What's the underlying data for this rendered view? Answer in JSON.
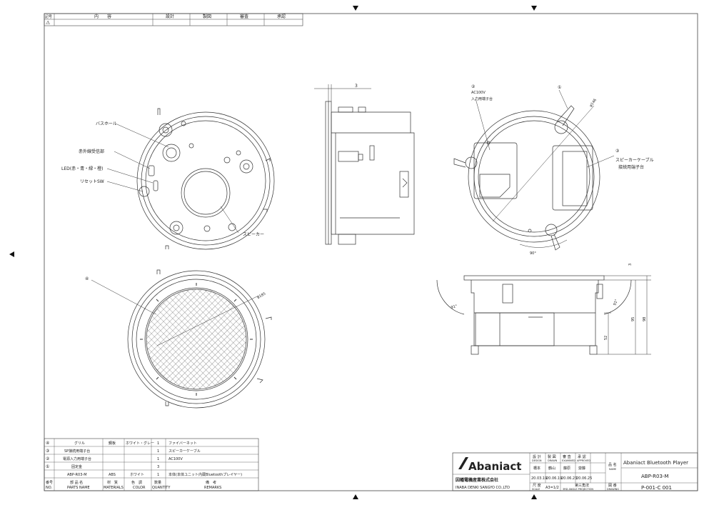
{
  "revision_table": {
    "headers": [
      "記号",
      "内　　容",
      "設計",
      "製図",
      "審査",
      "承認"
    ],
    "row_symbol": "⚠"
  },
  "callouts": {
    "bass_hole": "バスホール",
    "ir_receiver": "赤外線受信部",
    "led": "LED(赤・青・緑・橙)",
    "reset_sw": "リセットSW",
    "speaker": "スピーカー",
    "ac_input_num": "②",
    "ac_input_line1": "AC100V",
    "ac_input_line2": "入力用端子台",
    "spk_terminal_num": "③",
    "spk_terminal_line1": "スピーカーケーブル",
    "spk_terminal_line2": "接続用端子台",
    "tab_num": "①",
    "grille_num": "④"
  },
  "dimensions": {
    "side_top": "3",
    "dia_146": "φ146",
    "angle_90": "90°",
    "dia_185": "φ185",
    "side_3": "3",
    "angle_91_left": "91°",
    "angle_91_right": "91°",
    "h_52": "52",
    "h_95": "95",
    "h_98": "98"
  },
  "parts_list": {
    "rows": [
      {
        "no": "④",
        "name": "グリル",
        "material": "鋼板",
        "color": "ホワイト・グレー",
        "qty": "1",
        "note": "ファイバーネット"
      },
      {
        "no": "③",
        "name": "SP接続用端子台",
        "material": "",
        "color": "",
        "qty": "1",
        "note": "スピーカーケーブル"
      },
      {
        "no": "②",
        "name": "電源入力用端子台",
        "material": "",
        "color": "",
        "qty": "1",
        "note": "AC100V"
      },
      {
        "no": "①",
        "name": "固定金",
        "material": "",
        "color": "",
        "qty": "3",
        "note": ""
      },
      {
        "no": "",
        "name": "ABP-R03-M",
        "material": "ABS",
        "color": "ホワイト",
        "qty": "1",
        "note": "本体(本体ユニット内蔵Bluetoothプレイヤー)"
      }
    ],
    "header": {
      "no": "番号",
      "no_en": "NO.",
      "name": "部 品 名",
      "name_en": "PARTS NAME",
      "material": "材　質",
      "material_en": "MATERIALS",
      "color": "色　調",
      "color_en": "COLOR",
      "qty": "数量",
      "qty_en": "QUANTITY",
      "note": "備　考",
      "note_en": "REMARKS"
    }
  },
  "title_block": {
    "logo": "Abaniact",
    "company_jp": "因幡電機産業株式会社",
    "company_en": "INABA DENKI SANGYO CO.,LTD",
    "design": "設 計",
    "design_en": "DESIGN",
    "draw": "製 図",
    "draw_en": "DRAWN",
    "check": "審 査",
    "check_en": "EXAMINED",
    "approve": "承 認",
    "approve_en": "APPROVED",
    "name_tag": "橋本",
    "date1": "20.03.19",
    "name_tag2": "鶴山",
    "date2": "20.06.19",
    "name_tag3": "藤原",
    "date3": "20.06.23",
    "name_tag4": "齋藤",
    "date4": "20.06.25",
    "scale_label": "尺 度",
    "scale_en": "SCALE",
    "scale": "A3=1/2",
    "proj_label": "第三角法",
    "proj_en": "3RD ANGLE PROJECTION",
    "name_label": "品 名",
    "name_label_en": "NAME",
    "product_name": "Abaniact Bluetooth Player",
    "model": "ABP-R03-M",
    "dwg_label": "図 番",
    "dwg_en": "DRAWING",
    "dwg_no": "P-001-C 001"
  }
}
